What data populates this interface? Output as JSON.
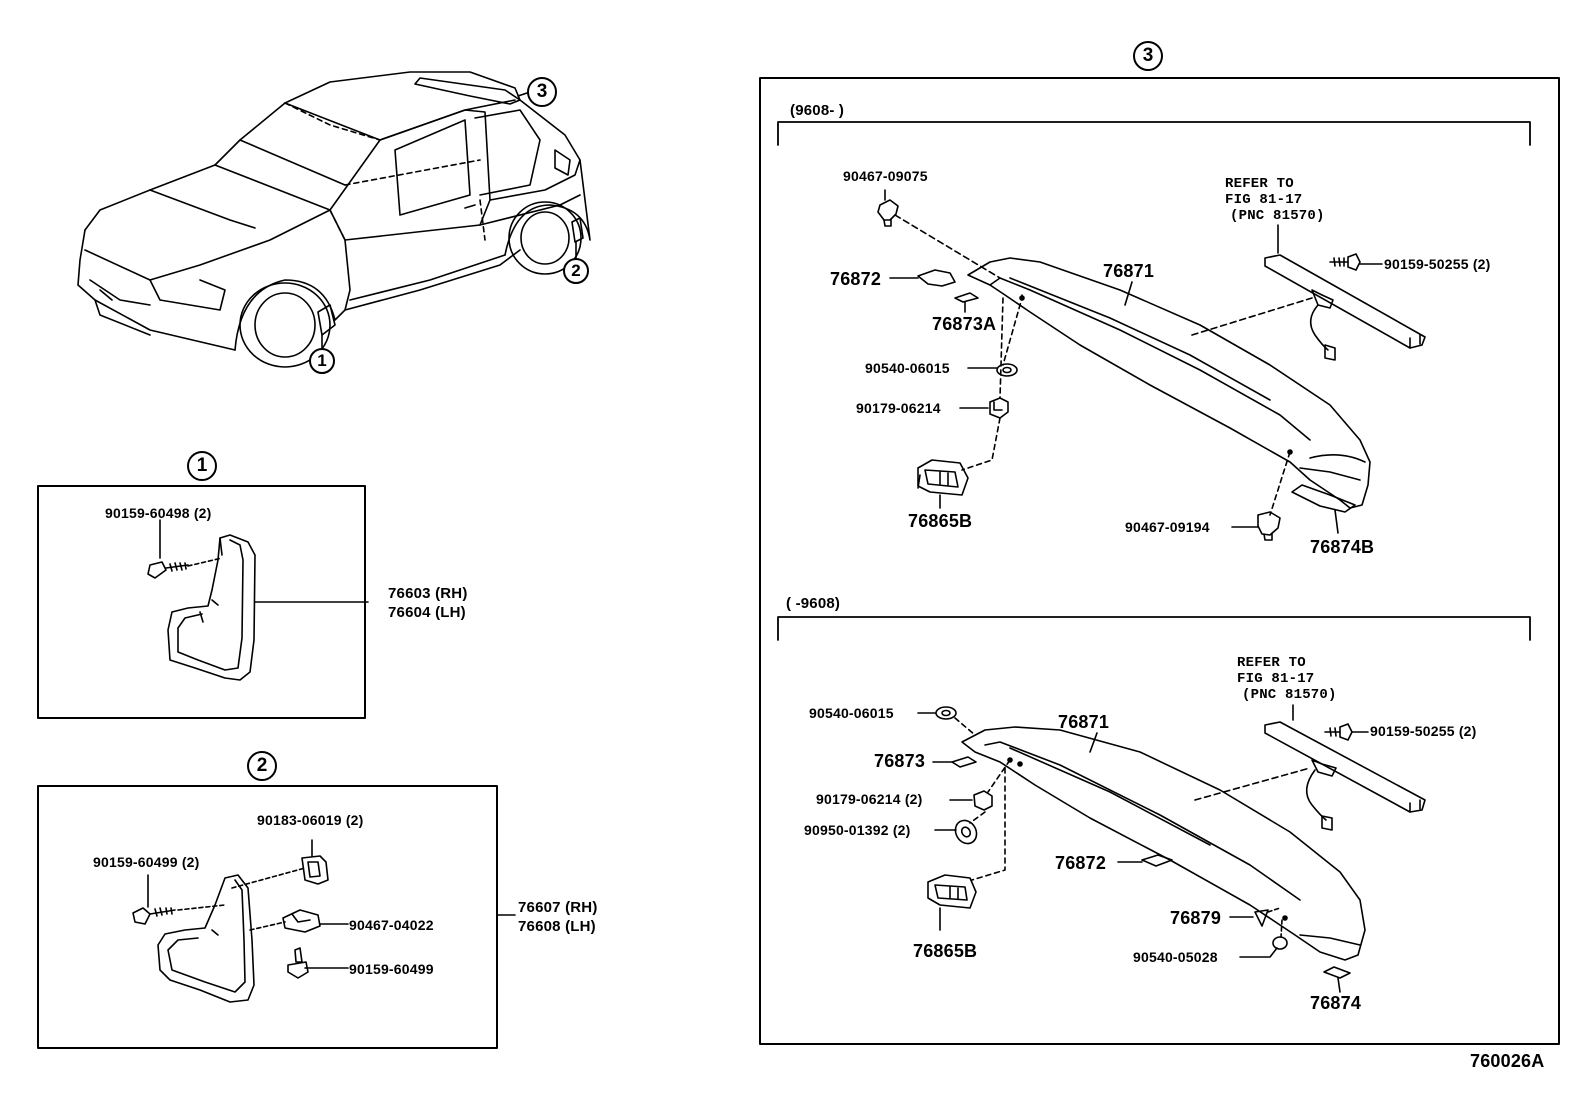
{
  "callouts": {
    "one": "1",
    "two": "2",
    "three": "3"
  },
  "box1": {
    "bolt": "90159-60498 (2)",
    "flap_rh": "76603 (RH)",
    "flap_lh": "76604 (LH)"
  },
  "box2": {
    "nut": "90183-06019 (2)",
    "bolt": "90159-60499 (2)",
    "clip": "90467-04022",
    "screw": "90159-60499",
    "flap_rh": "76607 (RH)",
    "flap_lh": "76608 (LH)"
  },
  "upper": {
    "range": "(9608-        )",
    "clip_top": "90467-09075",
    "refer1": "REFER TO",
    "refer2": "FIG 81-17",
    "refer3": "(PNC 81570)",
    "bolt_right": "90159-50255 (2)",
    "spoiler": "76871",
    "cover": "76872",
    "pad": "76873A",
    "washer": "90540-06015",
    "nut": "90179-06214",
    "bracket": "76865B",
    "clip_bottom": "90467-09194",
    "end_pad": "76874B"
  },
  "lower": {
    "range": "(        -9608)",
    "refer1": "REFER TO",
    "refer2": "FIG 81-17",
    "refer3": "(PNC 81570)",
    "washer_top": "90540-06015",
    "bolt_right": "90159-50255 (2)",
    "spoiler": "76871",
    "pad": "76873",
    "nut": "90179-06214 (2)",
    "washer2": "90950-01392 (2)",
    "cover": "76872",
    "clip": "76879",
    "washer3": "90540-05028",
    "bracket": "76865B",
    "end_pad": "76874"
  },
  "figure_code": "760026A"
}
